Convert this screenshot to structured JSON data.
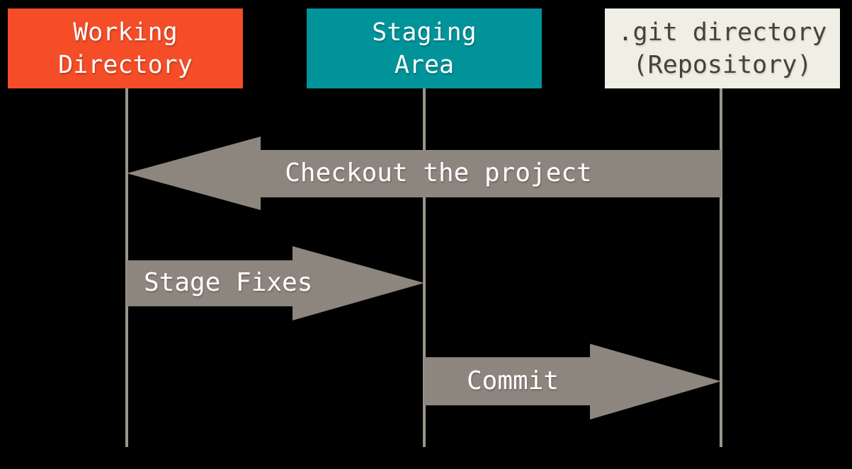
{
  "diagram_type": "git-areas-sequence-diagram",
  "colors": {
    "bg": "#000000",
    "box_working": "#f44d27",
    "box_staging": "#00949a",
    "box_git": "#f0efe6",
    "box_git_text": "#45413b",
    "label_text": "#ffffff",
    "arrow": "#8d867e",
    "lifeline": "#9a948c"
  },
  "columns": [
    {
      "id": "working-directory",
      "label_line1": "Working",
      "label_line2": "Directory"
    },
    {
      "id": "staging-area",
      "label_line1": "Staging",
      "label_line2": "Area"
    },
    {
      "id": "git-directory",
      "label_line1": ".git directory",
      "label_line2": "(Repository)"
    }
  ],
  "arrows": [
    {
      "id": "checkout",
      "label": "Checkout the project",
      "from": "git-directory",
      "to": "working-directory",
      "direction": "left"
    },
    {
      "id": "stage",
      "label": "Stage Fixes",
      "from": "working-directory",
      "to": "staging-area",
      "direction": "right"
    },
    {
      "id": "commit",
      "label": "Commit",
      "from": "staging-area",
      "to": "git-directory",
      "direction": "right"
    }
  ]
}
